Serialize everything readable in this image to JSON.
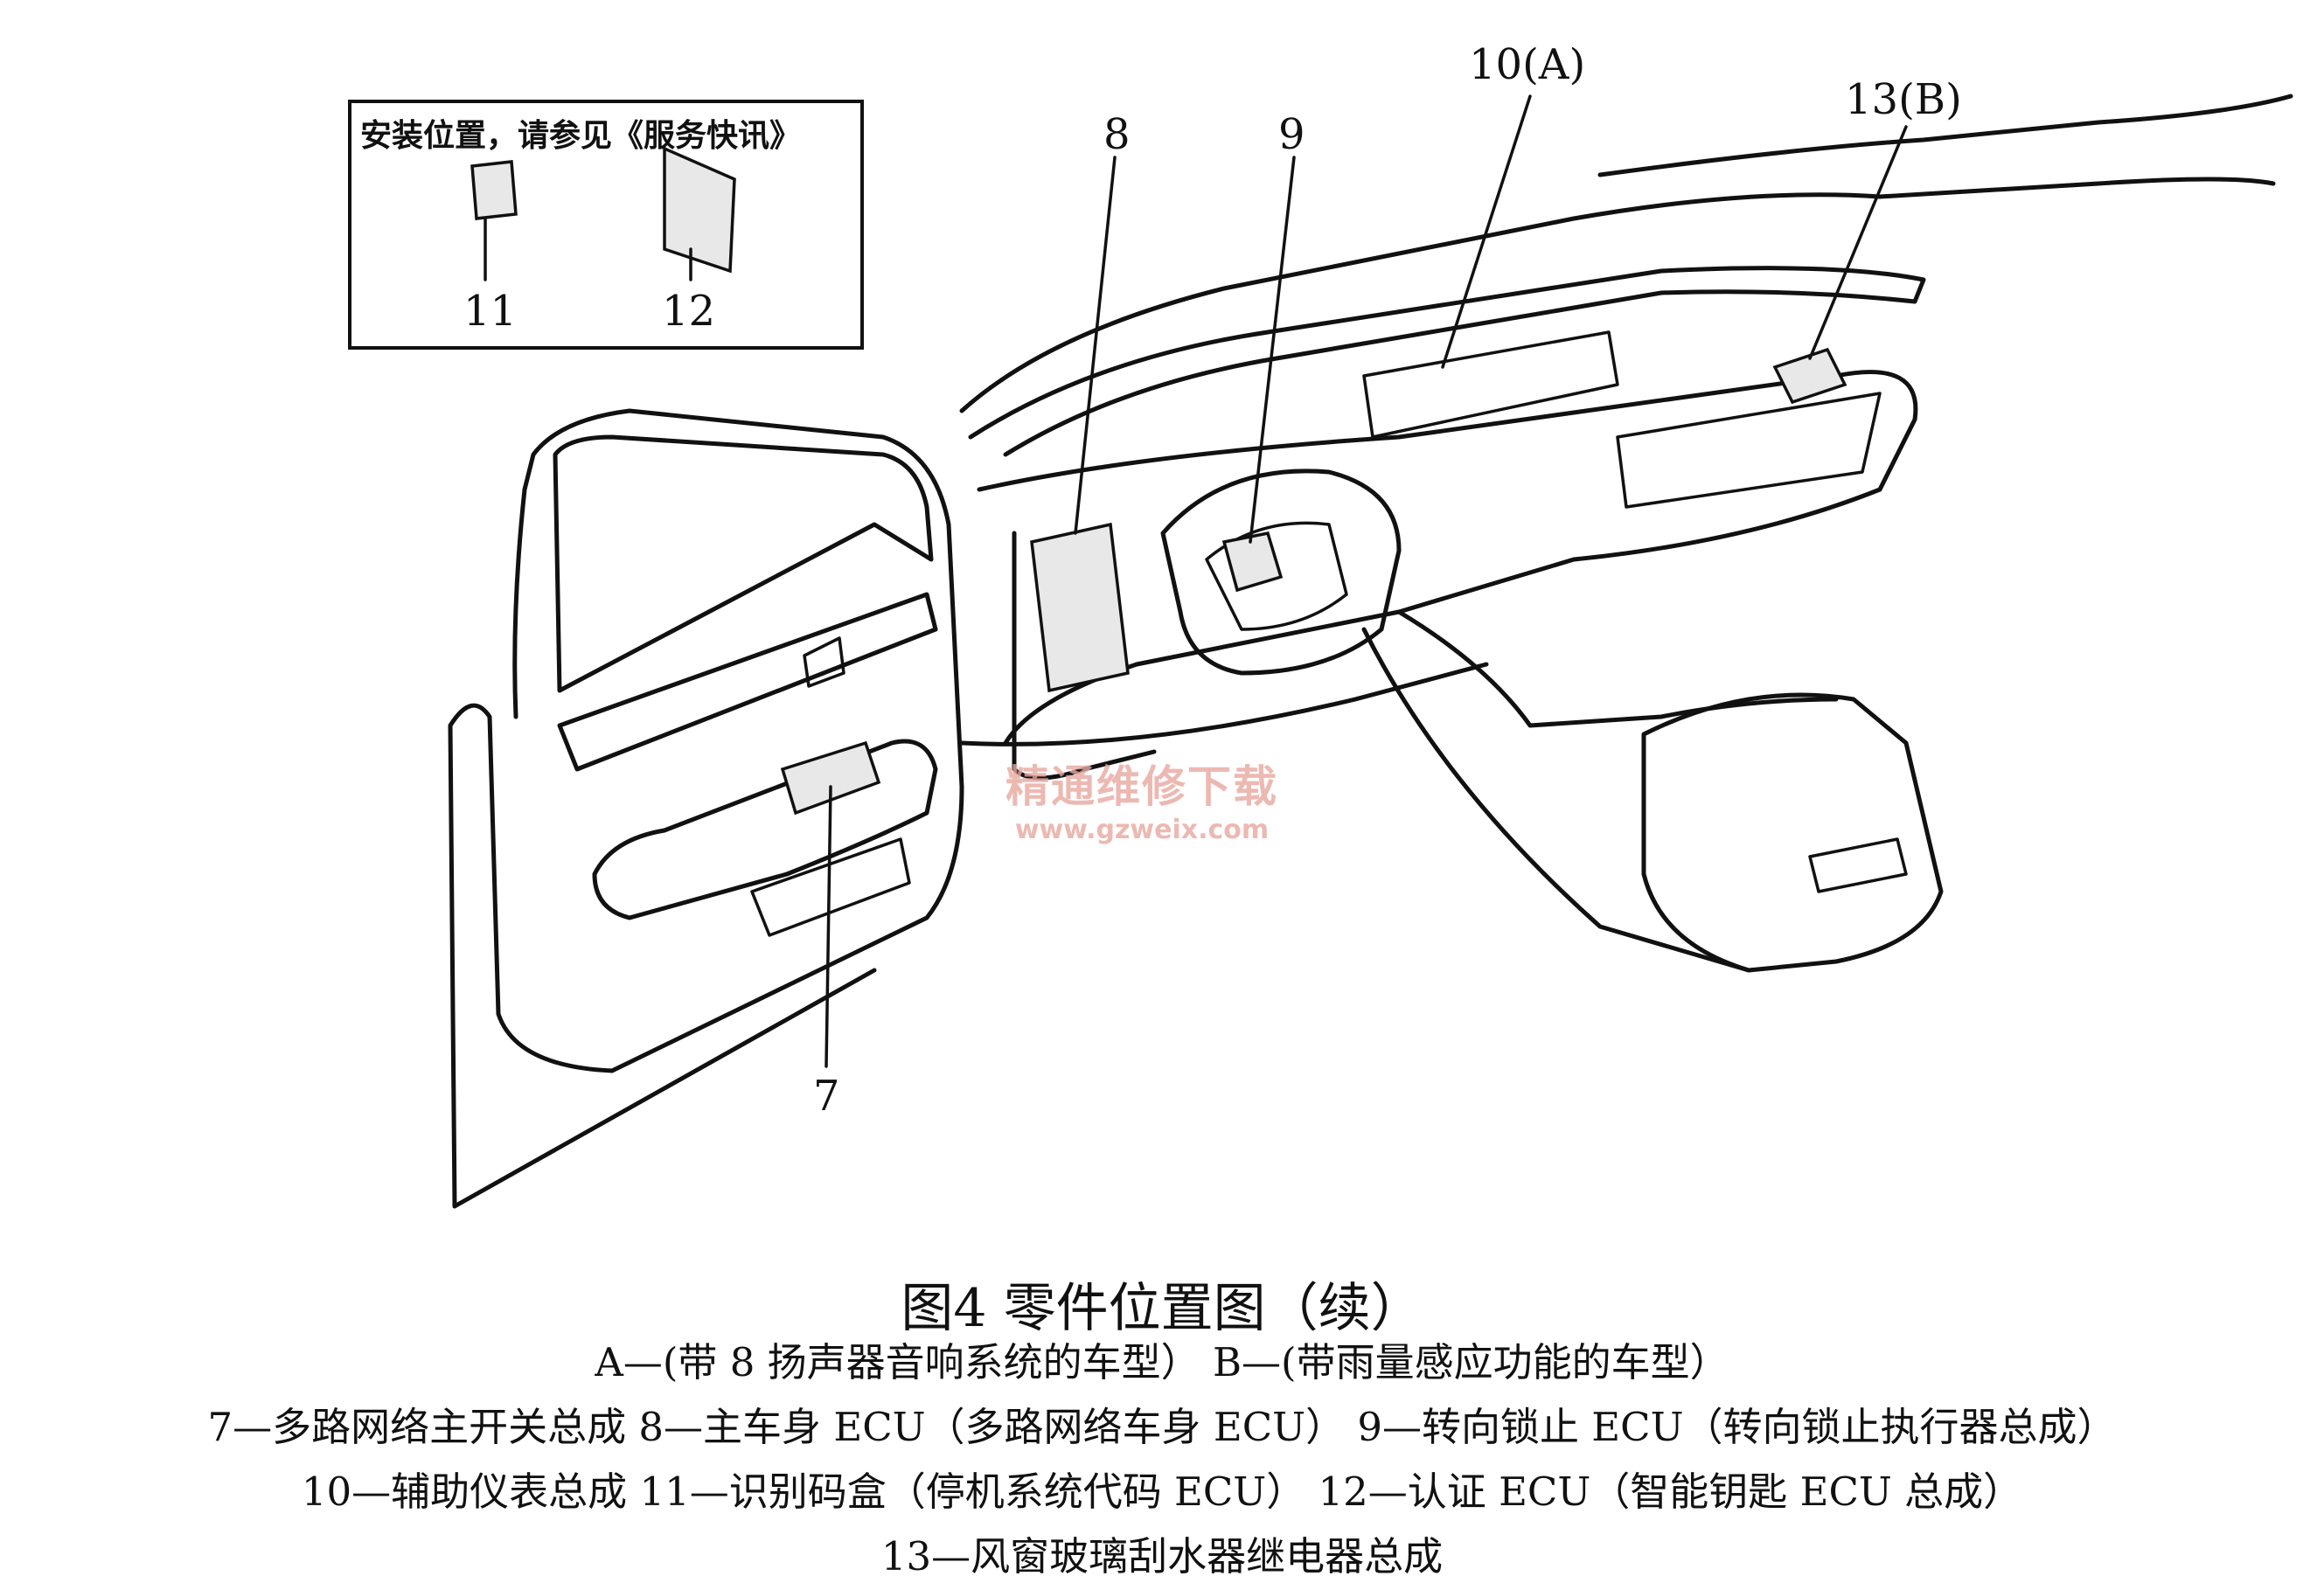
{
  "inset": {
    "title": "安装位置，请参见《服务快讯》",
    "labels": [
      "11",
      "12"
    ]
  },
  "callouts": {
    "c7": "7",
    "c8": "8",
    "c9": "9",
    "c10": "10(A)",
    "c13": "13(B)"
  },
  "watermark": {
    "line1": "精通维修下载",
    "line2": "www.gzweix.com"
  },
  "caption": {
    "title": "图4 零件位置图（续）",
    "legend": [
      "A—(带 8 扬声器音响系统的车型）   B—(带雨量感应功能的车型）",
      "7—多路网络主开关总成   8—主车身 ECU（多路网络车身 ECU）   9—转向锁止 ECU（转向锁止执行器总成）",
      "10—辅助仪表总成   11—识别码盒（停机系统代码 ECU）   12—认证 ECU（智能钥匙 ECU 总成）",
      "13—风窗玻璃刮水器继电器总成"
    ]
  }
}
